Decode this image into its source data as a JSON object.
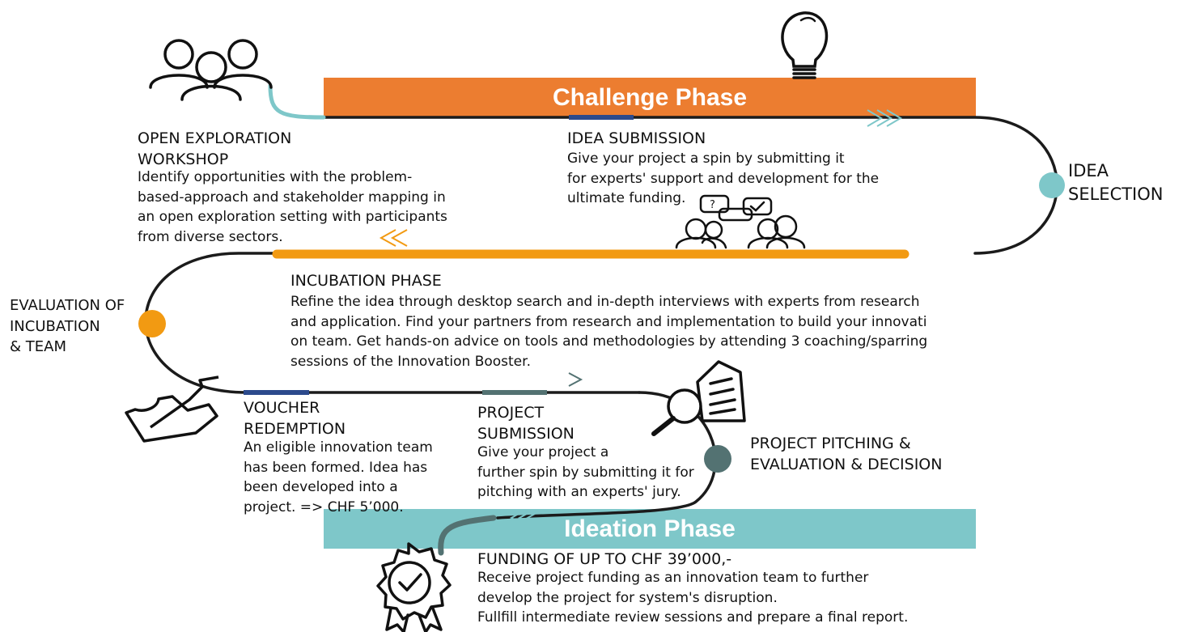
{
  "challenge_phase": {
    "title": "Challenge Phase"
  },
  "ideation_phase": {
    "title": "Ideation Phase"
  },
  "steps": {
    "open_exploration": {
      "title": "OPEN EXPLORATION\nWORKSHOP",
      "body": "Identify opportunities with the problem-\nbased-approach and stakeholder mapping in\nan open exploration setting with participants\nfrom diverse sectors."
    },
    "idea_submission": {
      "title": "IDEA SUBMISSION",
      "body": "Give your project a spin by submitting it\nfor experts' support and development for the\nultimate funding."
    },
    "idea_selection": {
      "title": "IDEA\nSELECTION"
    },
    "incubation": {
      "title": "INCUBATION PHASE",
      "body": "Refine the idea through desktop search and in-depth interviews with experts from research\nand application. Find your partners from research and implementation to build your innovati\non team. Get hands-on advice on tools and methodologies by attending 3 coaching/sparring\nsessions of the Innovation Booster."
    },
    "evaluation": {
      "title": "EVALUATION OF\nINCUBATION\n& TEAM"
    },
    "voucher": {
      "title": "VOUCHER\nREDEMPTION",
      "body": "An eligible innovation team\nhas been formed. Idea has\nbeen developed into a\nproject. => CHF 5’000."
    },
    "project_submission": {
      "title": "PROJECT\nSUBMISSION",
      "body": "Give your project a\nfurther spin by submitting it for\npitching with an experts' jury."
    },
    "pitching": {
      "title": "PROJECT PITCHING &\nEVALUATION & DECISION"
    },
    "funding": {
      "title": "FUNDING OF UP TO CHF 39’000,-",
      "body": "Receive project funding as an innovation team to further\ndevelop the project for system's disruption.\nFullfill intermediate review sessions and prepare a final report."
    }
  },
  "icons": [
    "people-group-icon",
    "lightbulb-icon",
    "discussion-icon",
    "ticket-icon",
    "magnifier-document-icon",
    "certificate-badge-icon"
  ],
  "colors": {
    "orange_banner": "#ec7d30",
    "orange_line": "#f29a12",
    "teal": "#7ec7c9",
    "navy": "#2c4a8c",
    "slate": "#537272",
    "line": "#1b1b1b"
  }
}
